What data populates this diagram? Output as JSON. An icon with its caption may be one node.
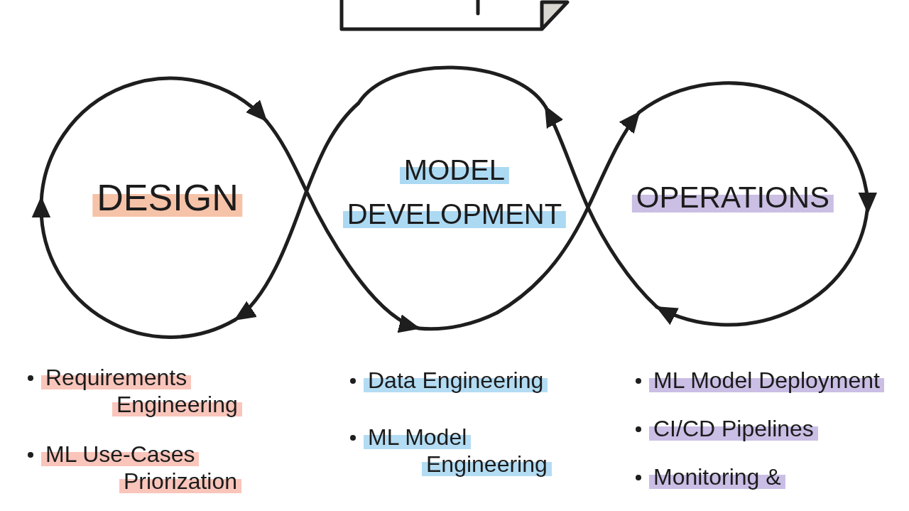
{
  "diagram": {
    "nodes": [
      {
        "text": [
          "DESIGN"
        ]
      },
      {
        "text": [
          "MODEL DEVELOPMENT"
        ]
      },
      {
        "text": [
          "OPERATIONS"
        ]
      }
    ],
    "edges": [
      {
        "from": 0,
        "to": 1,
        "arrow": "to"
      },
      {
        "from": 1,
        "to": 2,
        "arrow": "to"
      },
      {
        "from": 2,
        "to": 1,
        "arrow": "to"
      },
      {
        "from": 1,
        "to": 0,
        "arrow": "to"
      }
    ],
    "labels": [
      "Requirements Engineering",
      "ML Use-Cases Priorization",
      "Data Engineering",
      "ML Model Engineering",
      "ML Model Deployment",
      "CI/CD Pipelines",
      "Monitoring &"
    ]
  }
}
